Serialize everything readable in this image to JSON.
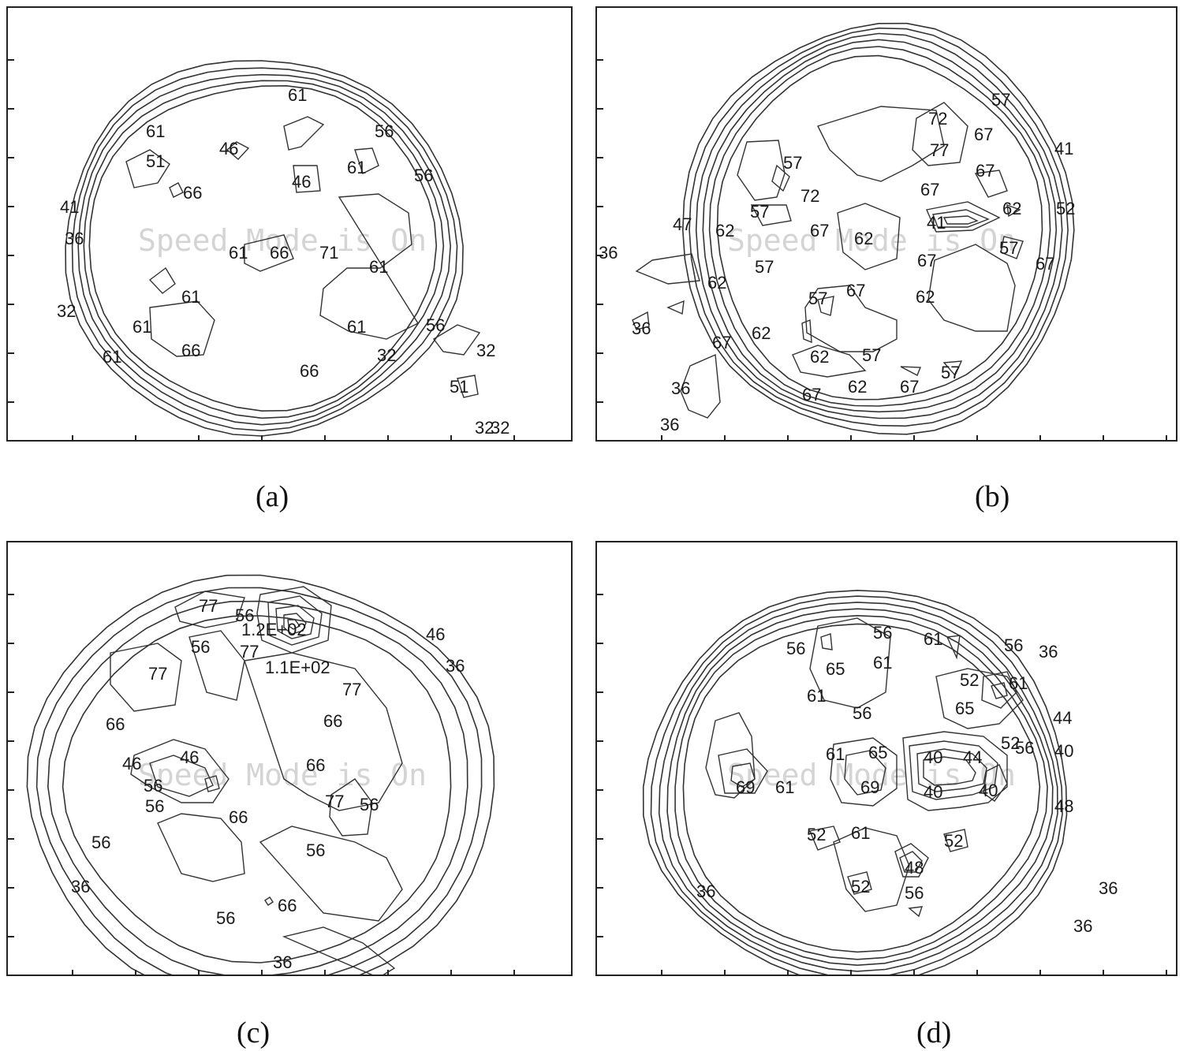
{
  "watermark": "Speed Mode is On",
  "chart_data": [
    {
      "type": "contour",
      "caption": "(a)",
      "title": "",
      "xlabel": "",
      "ylabel": "",
      "grid": false,
      "legend": "none",
      "contour_labels": [
        "61",
        "56",
        "61",
        "51",
        "46",
        "66",
        "61",
        "56",
        "41",
        "36",
        "46",
        "61",
        "66",
        "71",
        "61",
        "61",
        "32",
        "61",
        "66",
        "61",
        "56",
        "32",
        "32",
        "51",
        "61",
        "66",
        "32",
        "32"
      ]
    },
    {
      "type": "contour",
      "caption": "(b)",
      "title": "",
      "xlabel": "",
      "ylabel": "",
      "grid": false,
      "legend": "none",
      "contour_labels": [
        "57",
        "72",
        "67",
        "77",
        "41",
        "57",
        "67",
        "67",
        "72",
        "57",
        "67",
        "62",
        "52",
        "47",
        "62",
        "41",
        "62",
        "36",
        "62",
        "57",
        "57",
        "67",
        "67",
        "62",
        "57",
        "67",
        "62",
        "36",
        "67",
        "62",
        "57",
        "57",
        "62",
        "67",
        "67",
        "36",
        "36"
      ]
    },
    {
      "type": "contour",
      "caption": "(c)",
      "title": "",
      "xlabel": "",
      "ylabel": "",
      "grid": false,
      "legend": "none",
      "contour_labels": [
        "77",
        "56",
        "1.2E+02",
        "46",
        "56",
        "77",
        "1.1E+02",
        "36",
        "77",
        "77",
        "66",
        "66",
        "46",
        "46",
        "66",
        "56",
        "56",
        "77",
        "56",
        "56",
        "66",
        "56",
        "36",
        "66",
        "56",
        "36"
      ]
    },
    {
      "type": "contour",
      "caption": "(d)",
      "title": "",
      "xlabel": "",
      "ylabel": "",
      "grid": false,
      "legend": "none",
      "contour_labels": [
        "56",
        "56",
        "61",
        "56",
        "36",
        "65",
        "61",
        "52",
        "61",
        "61",
        "56",
        "65",
        "56",
        "44",
        "61",
        "65",
        "52",
        "40",
        "44",
        "40",
        "69",
        "61",
        "69",
        "40",
        "40",
        "48",
        "52",
        "61",
        "52",
        "48",
        "52",
        "56",
        "36",
        "36",
        "36"
      ]
    }
  ]
}
